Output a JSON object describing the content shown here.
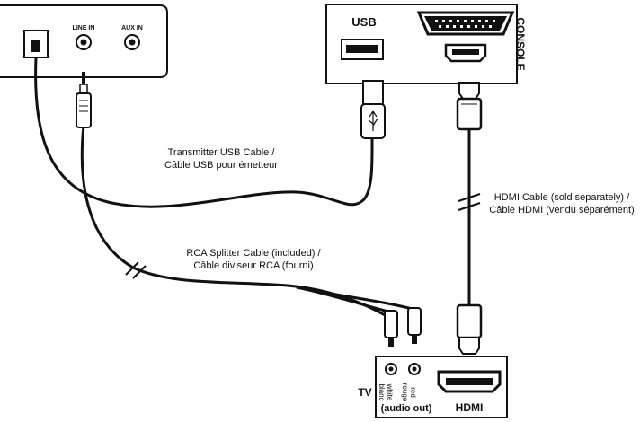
{
  "transmitter": {
    "line_in_label": "LINE IN",
    "aux_in_label": "AUX IN"
  },
  "console": {
    "title": "CONSOLE",
    "usb_label": "USB"
  },
  "cables": {
    "usb": {
      "line1": "Transmitter USB Cable /",
      "line2": "Câble USB pour émetteur"
    },
    "hdmi": {
      "line1": "HDMI Cable (sold separately) /",
      "line2": "Câble HDMI (vendu séparément)"
    },
    "rca": {
      "line1": "RCA Splitter Cable (included) /",
      "line2": "Câble diviseur RCA (fourni)"
    }
  },
  "tv": {
    "title": "TV",
    "white_label_en": "white",
    "white_label_fr": "blanc",
    "red_label_en": "red",
    "red_label_fr": "rouge",
    "audio_out_label": "(audio out)",
    "hdmi_label": "HDMI"
  },
  "colors": {
    "ink": "#111111",
    "paper": "#ffffff"
  }
}
